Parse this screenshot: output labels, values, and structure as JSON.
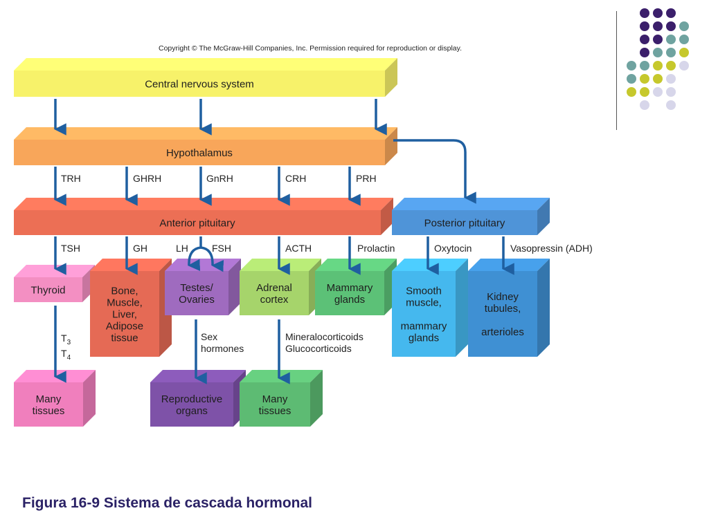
{
  "copyright": "Copyright © The McGraw-Hill Companies, Inc. Permission required for reproduction or display.",
  "caption": "Figura 16-9 Sistema de cascada hormonal",
  "levels": {
    "cns": "Central nervous system",
    "hypothalamus": "Hypothalamus",
    "anterior_pituitary": "Anterior pituitary",
    "posterior_pituitary": "Posterior pituitary"
  },
  "releasing_hormones": [
    "TRH",
    "GHRH",
    "GnRH",
    "CRH",
    "PRH"
  ],
  "pituitary_hormones": {
    "tsh": "TSH",
    "gh": "GH",
    "lh": "LH",
    "fsh": "FSH",
    "acth": "ACTH",
    "prolactin": "Prolactin",
    "oxytocin": "Oxytocin",
    "vasopressin": "Vasopressin (ADH)"
  },
  "targets": {
    "thyroid": [
      "Thyroid"
    ],
    "bone": [
      "Bone,",
      "Muscle,",
      "Liver,",
      "Adipose",
      "tissue"
    ],
    "gonads": [
      "Testes/",
      "Ovaries"
    ],
    "adrenal": [
      "Adrenal",
      "cortex"
    ],
    "mammary": [
      "Mammary",
      "glands"
    ],
    "smooth": [
      "Smooth",
      "muscle,",
      "",
      "mammary",
      "glands"
    ],
    "kidney": [
      "Kidney",
      "tubules,",
      "",
      "arterioles"
    ]
  },
  "secondary_hormones": {
    "t3": "T",
    "t3_sub": "3",
    "t4": "T",
    "t4_sub": "4",
    "sex": [
      "Sex",
      "hormones"
    ],
    "mineral": [
      "Mineralocorticoids",
      "Glucocorticoids"
    ]
  },
  "final_targets": {
    "many1": [
      "Many",
      "tissues"
    ],
    "repro": [
      "Reproductive",
      "organs"
    ],
    "many2": [
      "Many",
      "tissues"
    ]
  },
  "colors": {
    "arrow": "#1f5fa0",
    "cns": "#f7f26a",
    "hypothalamus": "#f8a65a",
    "anterior": "#ec6f55",
    "posterior": "#4f94d8",
    "thyroid": "#f38fc2",
    "bone": "#e56a55",
    "gonads": "#9f6bbf",
    "adrenal": "#a6d46b",
    "mammary": "#5cc177",
    "smooth": "#45b8ee",
    "kidney": "#3f90d3",
    "many1": "#f07fbd",
    "repro": "#7e52a8",
    "many2": "#5dbb73"
  },
  "decor_dot_colors": [
    "#3b1f6b",
    "#6fa3a0",
    "#c6c82c",
    "#d7d6ea"
  ]
}
